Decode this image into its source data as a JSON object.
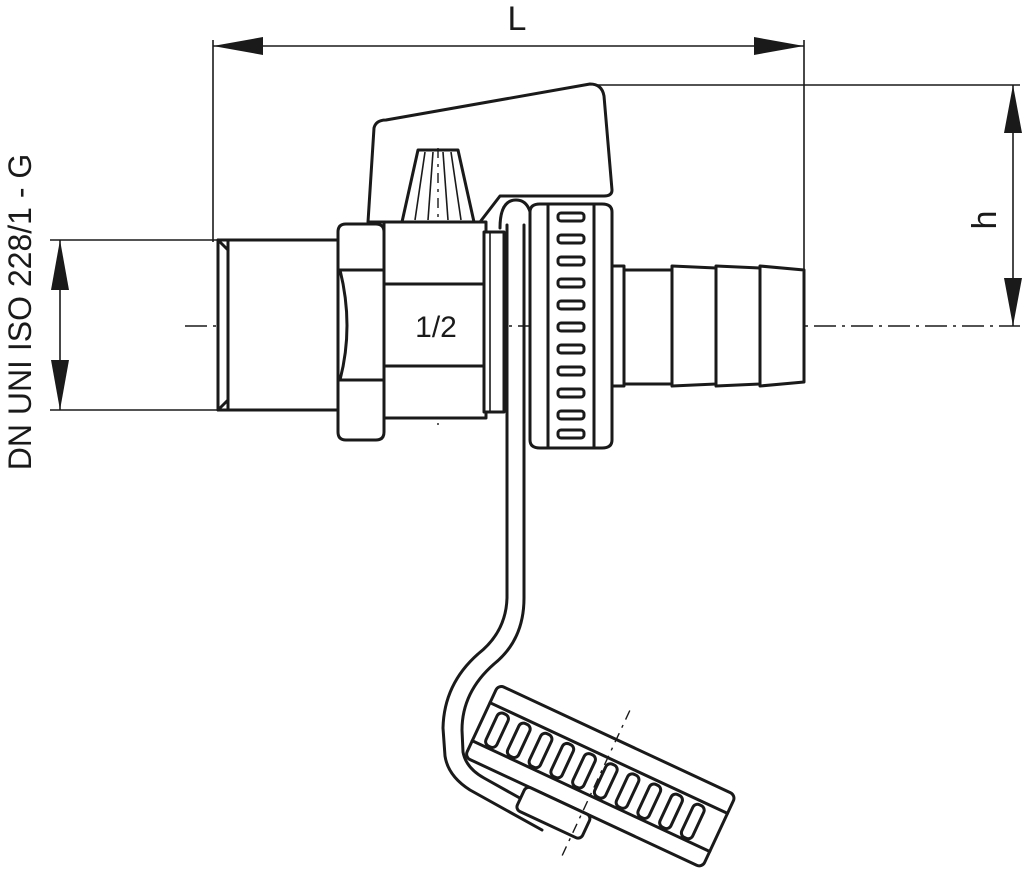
{
  "dimensions": {
    "length_label": "L",
    "height_label": "h",
    "size_label": "1/2"
  },
  "standard_label": "DN UNI ISO 228/1 - G"
}
